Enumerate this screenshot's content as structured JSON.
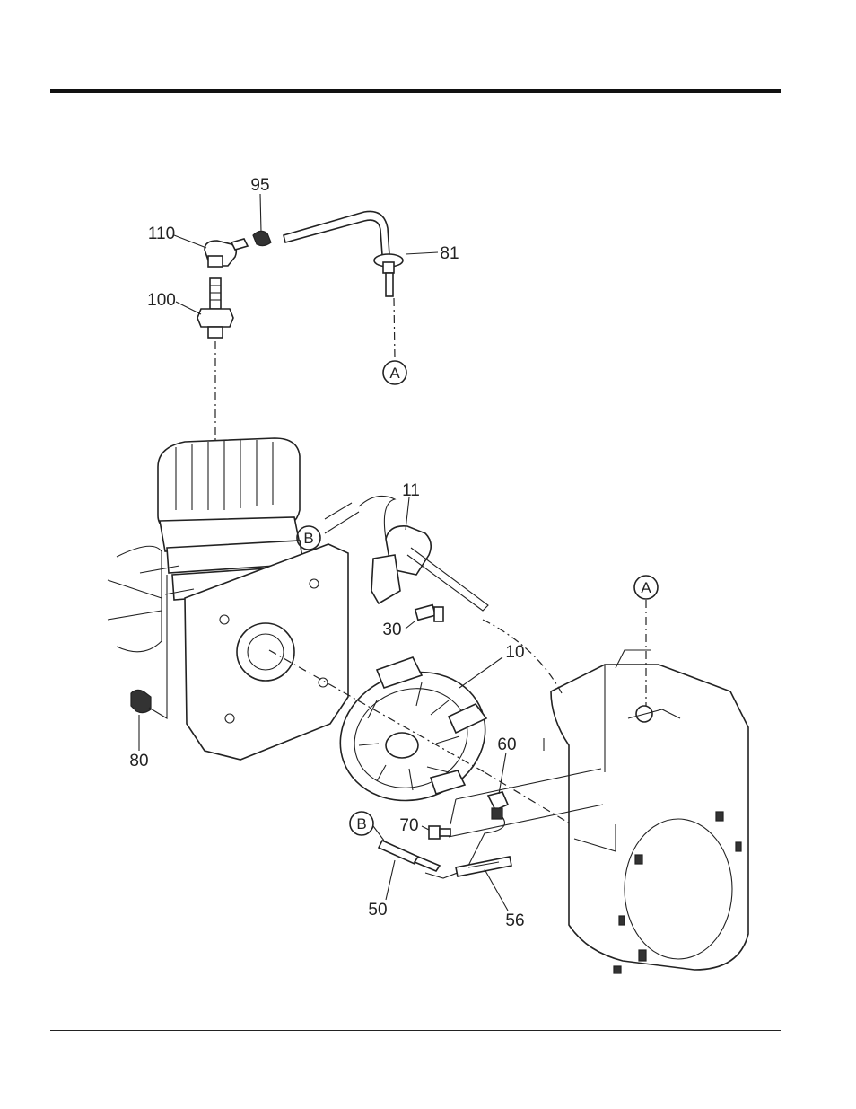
{
  "callouts": {
    "c95": "95",
    "c110": "110",
    "c81": "81",
    "c100": "100",
    "c11": "11",
    "c30": "30",
    "c10": "10",
    "c80": "80",
    "c60": "60",
    "c70": "70",
    "c50": "50",
    "c56": "56"
  },
  "connectors": {
    "a_top": "A",
    "a_right": "A",
    "b_upper": "B",
    "b_lower": "B"
  }
}
